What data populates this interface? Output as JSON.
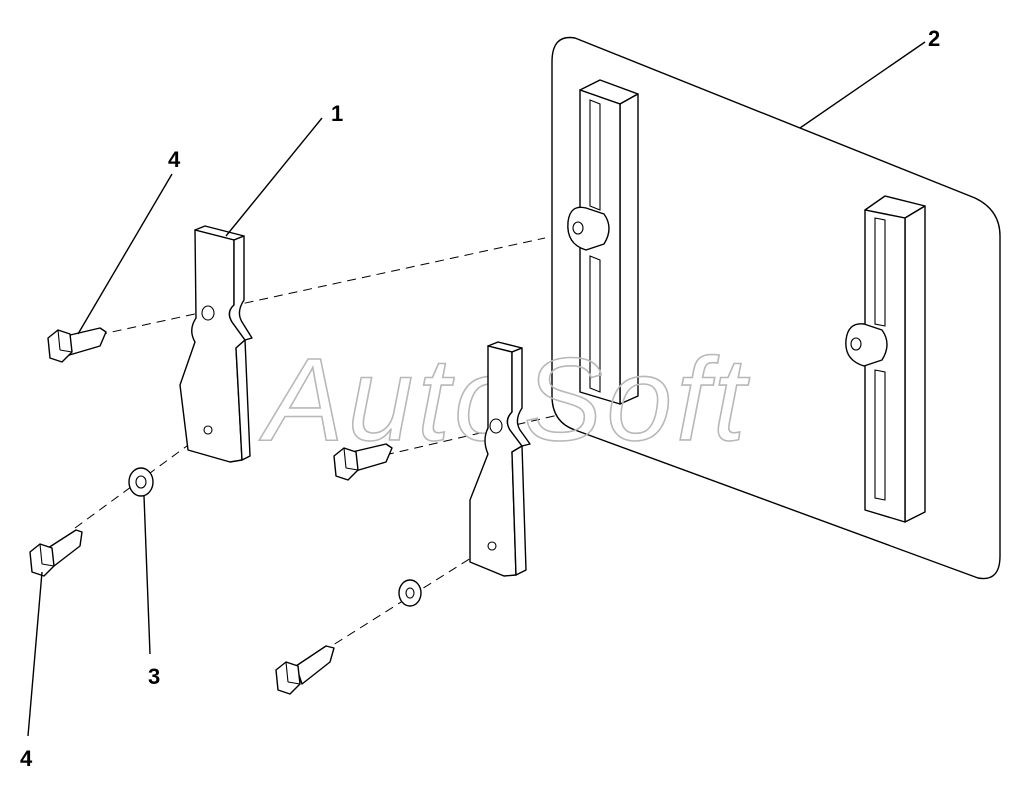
{
  "diagram": {
    "watermark": "AutoSoft",
    "callouts": {
      "bracket": "1",
      "plate": "2",
      "washer": "3",
      "bolt_upper": "4",
      "bolt_lower": "4"
    }
  }
}
